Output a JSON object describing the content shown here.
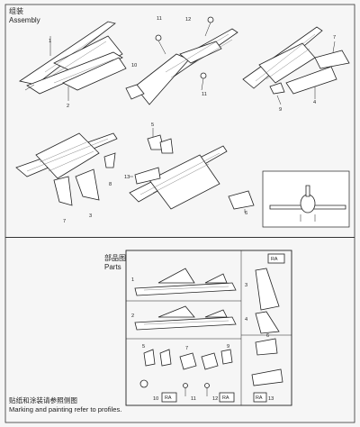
{
  "assembly": {
    "title_cn": "组装",
    "title_en": "Assembly"
  },
  "parts": {
    "title_cn": "部品图",
    "title_en": "Parts"
  },
  "marking": {
    "line_cn": "贴纸和涂装请参照侧图",
    "line_en": "Marking and painting refer to profiles."
  },
  "callouts": {
    "s1": [
      "1",
      "2"
    ],
    "s2": [
      "11",
      "12",
      "10",
      "11"
    ],
    "s3": [
      "7",
      "9",
      "4"
    ],
    "s4": [
      "8",
      "3",
      "7"
    ],
    "s5": [
      "5",
      "13",
      "6"
    ]
  },
  "sprue": {
    "ra_tags": [
      "RA",
      "RA",
      "RA",
      "RA"
    ],
    "part_numbers": [
      "1",
      "2",
      "3",
      "4",
      "5",
      "6",
      "7",
      "9",
      "10",
      "11",
      "12",
      "13"
    ]
  }
}
